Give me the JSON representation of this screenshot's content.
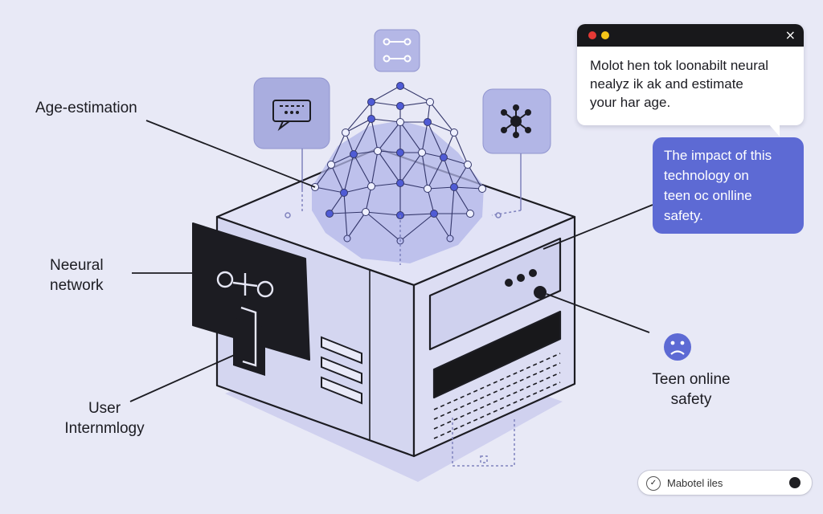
{
  "labels": {
    "age_estimation": "Age-estimation",
    "neural_line1": "Neeural",
    "neural_line2": "network",
    "user_line1": "User",
    "user_line2": "Internmlogy",
    "teen_line1": "Teen online",
    "teen_line2": "safety"
  },
  "popup": {
    "line1": "Molot hen tok loonabilt neural",
    "line2": "nealyz ik ak and estimate",
    "line3": "your har age.",
    "close_glyph": "×",
    "dot_colors": [
      "#e53935",
      "#f5c518"
    ]
  },
  "impact_box": {
    "line1": "The impact of this",
    "line2": "technology on",
    "line3": "teen oc onlline",
    "line4": "safety."
  },
  "status_pill": {
    "text": "Mabotel iles",
    "check_glyph": "✓"
  },
  "colors": {
    "background": "#e8e9f6",
    "accent": "#5d6ad4",
    "node_blue": "#4f5bd5",
    "device_face": "#d7d8f0",
    "dark": "#1c1c22"
  },
  "icons": [
    "chat-bubble-icon",
    "workflow-icon",
    "network-hub-icon",
    "sad-face-icon",
    "close-icon",
    "check-icon"
  ]
}
